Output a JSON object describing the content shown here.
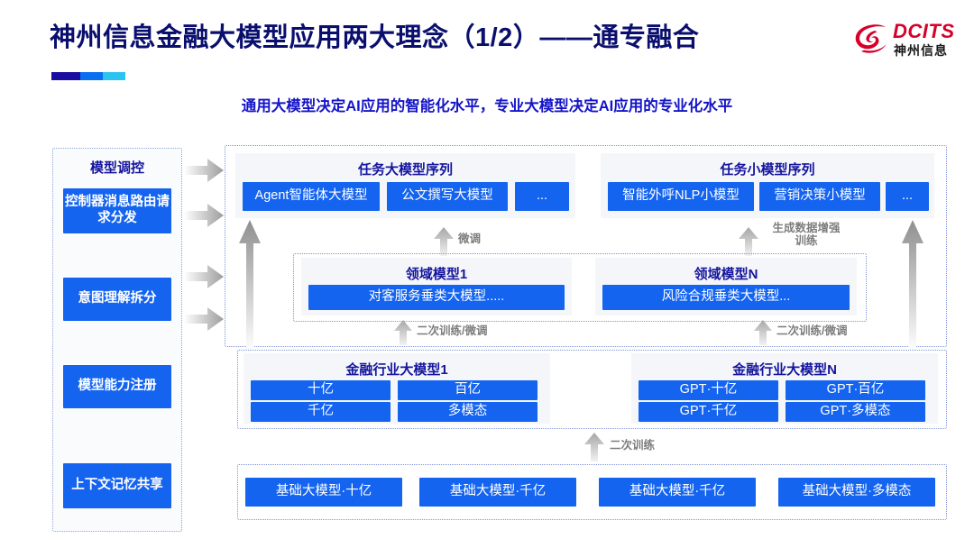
{
  "header": {
    "title": "神州信息金融大模型应用两大理念（1/2）——通专融合",
    "subtitle": "通用大模型决定AI应用的智能化水平，专业大模型决定AI应用的专业化水平",
    "logo": {
      "wordmark": "DCITS",
      "cn": "神州信息"
    },
    "accent_colors": [
      "#1a0ea0",
      "#0a6ef0",
      "#2bc4f0"
    ]
  },
  "colors": {
    "chip_blue": "#1464f0",
    "title_navy": "#0a0f6e",
    "subtitle_blue": "#1414c8",
    "panel_bg": "#f4f6f9",
    "dashed_border": "#7f93d6",
    "arrow_gray": "#9a9a9a",
    "label_gray": "#7d7d7d"
  },
  "control_column": {
    "title": "模型调控",
    "items": [
      {
        "label": "控制器消息路由请求分发"
      },
      {
        "label": "意图理解拆分"
      },
      {
        "label": "模型能力注册"
      },
      {
        "label": "上下文记忆共享"
      }
    ],
    "arrows": [
      "dispatch-arrow-1",
      "dispatch-arrow-2",
      "dispatch-arrow-3",
      "dispatch-arrow-4"
    ]
  },
  "task_large_panel": {
    "title": "任务大模型序列",
    "chips": [
      "Agent智能体大模型",
      "公文撰写大模型",
      "..."
    ]
  },
  "task_small_panel": {
    "title": "任务小模型序列",
    "chips": [
      "智能外呼NLP小模型",
      "营销决策小模型",
      "..."
    ]
  },
  "domain_panels": [
    {
      "title": "领域模型1",
      "chip": "对客服务垂类大模型....."
    },
    {
      "title": "领域模型N",
      "chip": "风险合规垂类大模型..."
    }
  ],
  "industry_panels": [
    {
      "title": "金融行业大模型1",
      "chips": [
        "十亿",
        "百亿",
        "千亿",
        "多模态"
      ]
    },
    {
      "title": "金融行业大模型N",
      "chips": [
        "GPT·十亿",
        "GPT·百亿",
        "GPT·千亿",
        "GPT·多模态"
      ]
    }
  ],
  "foundation_panel": {
    "chips": [
      "基础大模型·十亿",
      "基础大模型·千亿",
      "基础大模型·千亿",
      "基础大模型·多模态"
    ]
  },
  "flow_labels": {
    "finetune": "微调",
    "gen_data_aug": "生成数据增强\n训练",
    "retrain_finetune_left": "二次训练/微调",
    "retrain_finetune_right": "二次训练/微调",
    "retrain": "二次训练"
  }
}
